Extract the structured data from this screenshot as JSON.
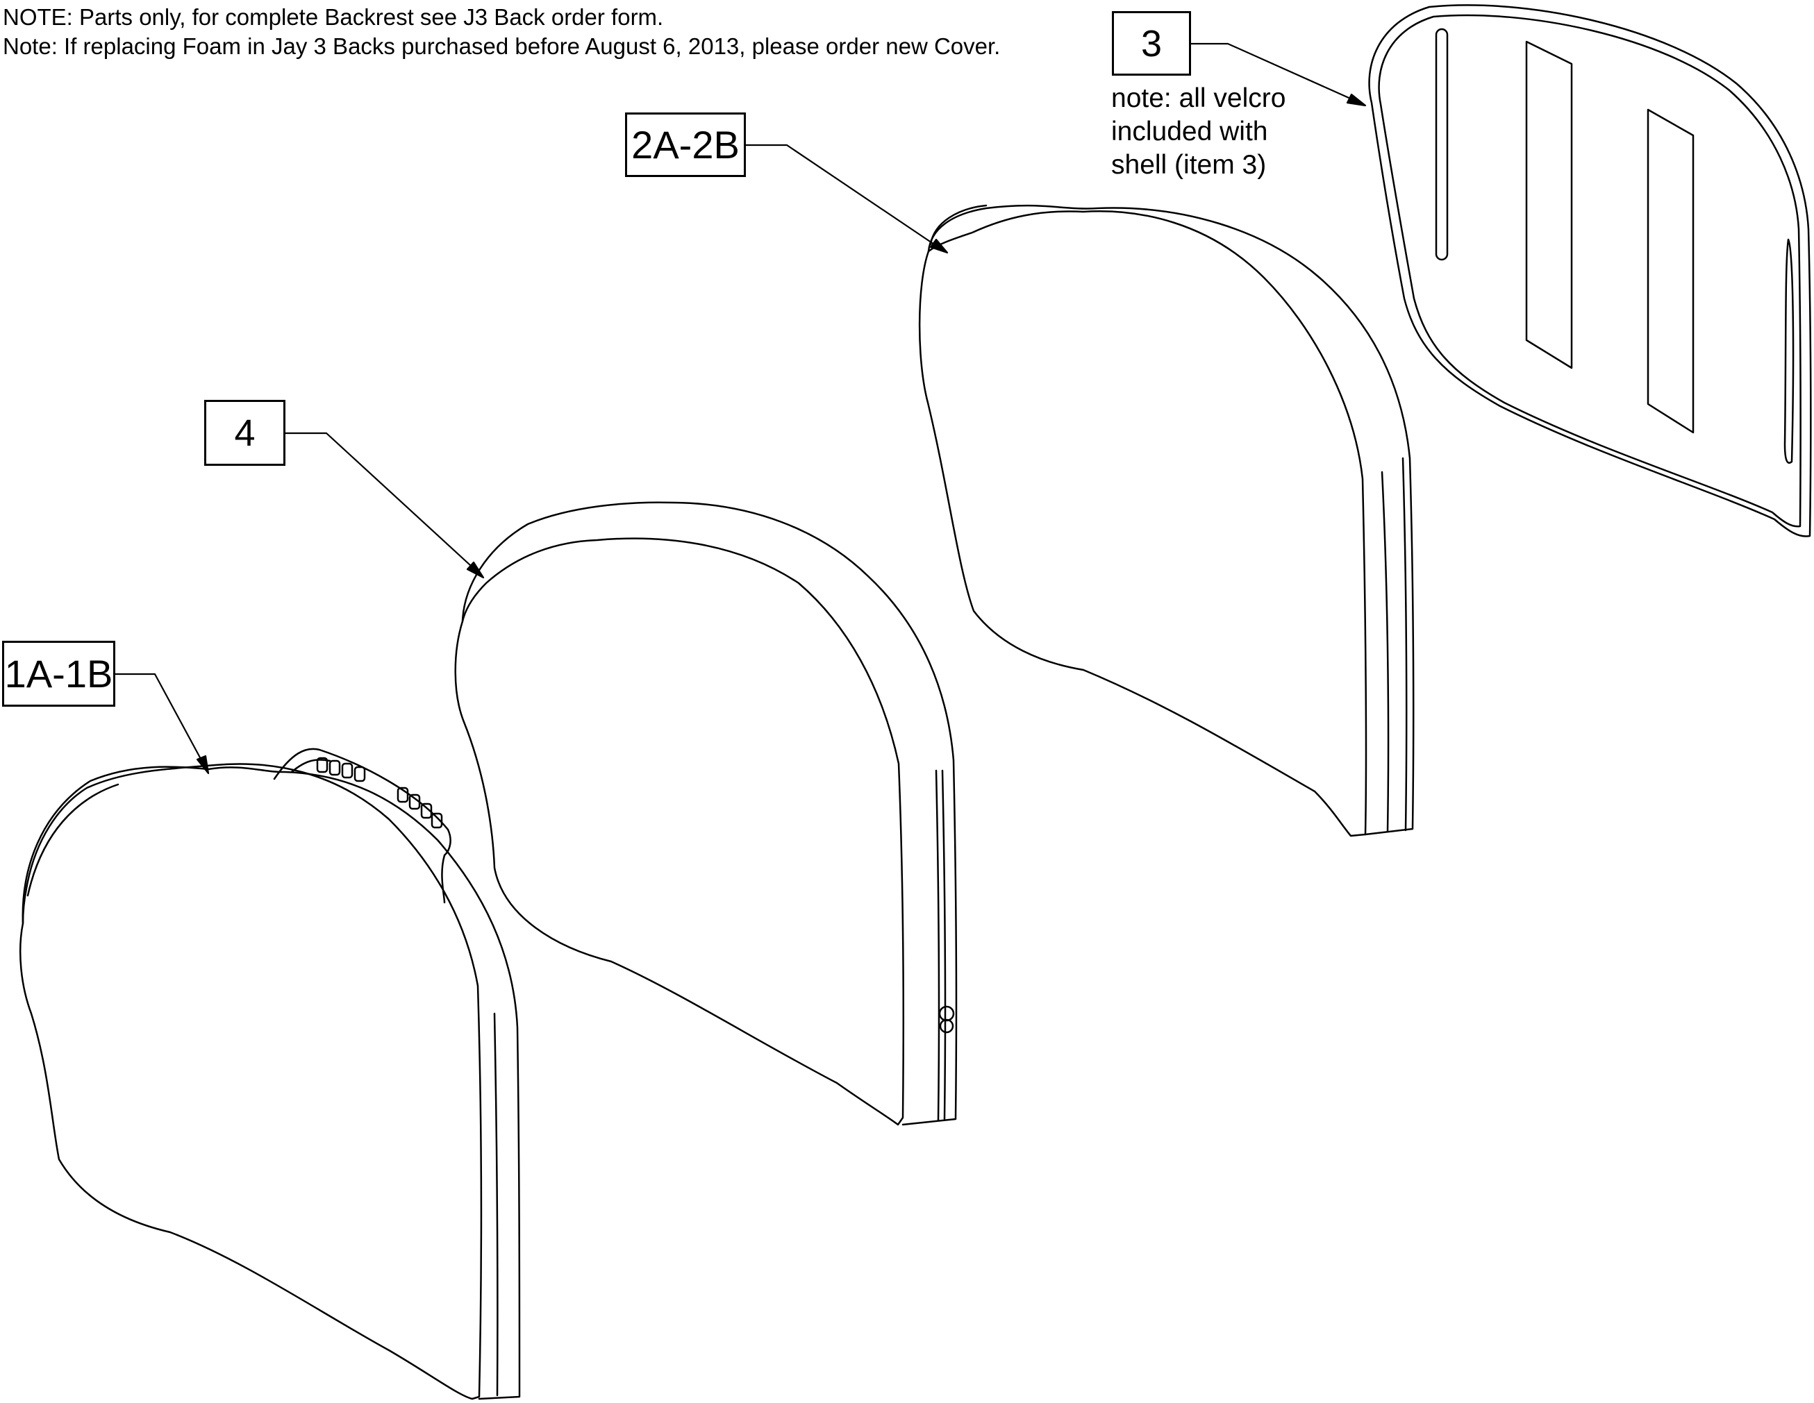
{
  "notes": {
    "line1": "NOTE: Parts only, for complete Backrest see J3 Back order form.",
    "line2": "Note: If replacing Foam in Jay 3 Backs purchased before August 6, 2013, please order new Cover."
  },
  "callouts": {
    "item3": "3",
    "item2": "2A-2B",
    "item4": "4",
    "item1": "1A-1B"
  },
  "velcro_note": {
    "line1": "note: all velcro",
    "line2": "included with",
    "line3": "shell (item 3)"
  }
}
